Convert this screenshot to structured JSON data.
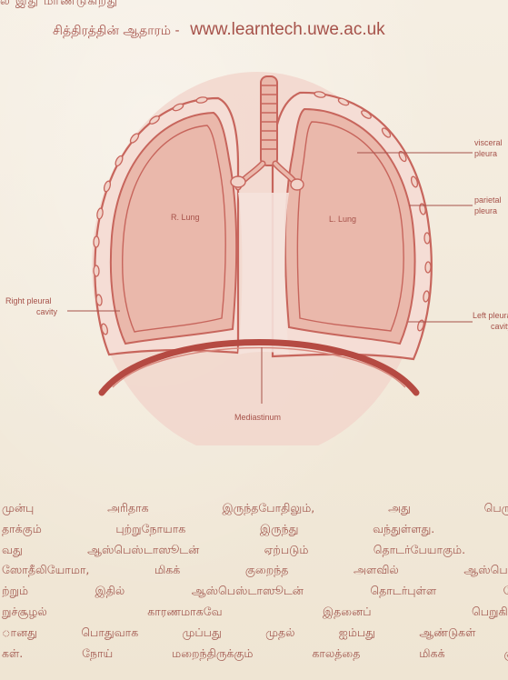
{
  "header": {
    "fragment": "ல இது மாண்டுகிறது",
    "source_label": "சித்திரத்தின் ஆதாரம் -",
    "source_url": "www.learntech.uwe.ac.uk"
  },
  "diagram": {
    "labels": {
      "r_lung": "R. Lung",
      "l_lung": "L. Lung",
      "visceral": [
        "visceral",
        "pleura"
      ],
      "parietal": [
        "parietal",
        "pleura"
      ],
      "right_pleural": [
        "Right pleural",
        "cavity"
      ],
      "left_pleural": [
        "Left pleural",
        "cavity"
      ],
      "mediastinum": "Mediastinum"
    },
    "colors": {
      "outline": "#c7655c",
      "fill_pale": "#f2d3c9",
      "fill_mid": "#eab8ab",
      "accent": "#b54a42"
    }
  },
  "body": {
    "lines": [
      "முன்பு   அரிதாக   இருந்தபோதிலும்,   அது   பெரும்பாலு",
      "  தாக்கும் புற்றுநோயாக இருந்து வந்துள்ளது. மெசோ",
      "வது ஆஸ்பெஸ்டாஸூடன் ஏற்படும் தொடர்பேயாகும். மற்",
      "ஸோதீலியோமா, மிகக் குறைந்த அளவில் ஆஸ்பெஸ்டாஸ",
      "ற்றும் இதில் ஆஸ்பெஸ்டாஸூடன் தொடர்புள்ள நோயின",
      "றுச்சூழல் காரணமாகவே இதனைப் பெறுகின்றனர்.",
      "ானது பொதுவாக முப்பது முதல் ஐம்பது ஆண்டுகள் வரை",
      "கள். நோய் மறைந்திருக்கும் காலத்தை மிகக் குறைந்த"
    ]
  }
}
